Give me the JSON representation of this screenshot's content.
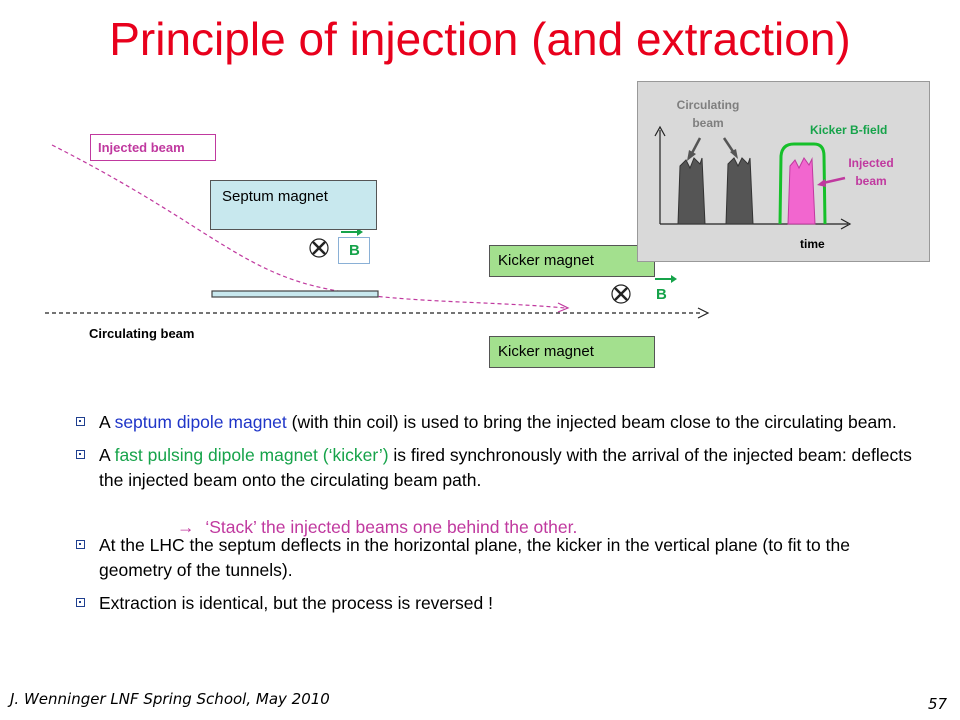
{
  "title": "Principle of injection (and extraction)",
  "diagram": {
    "injected_beam_label": "Injected beam",
    "septum_label": "Septum magnet",
    "field_label_septum": "B",
    "kicker_top_label": "Kicker magnet",
    "kicker_bottom_label": "Kicker magnet",
    "field_label_kicker": "B",
    "circulating_beam_label": "Circulating beam"
  },
  "inset": {
    "circulating_label": "Circulating beam",
    "kicker_field_label": "Kicker B-field",
    "injected_label": "Injected beam",
    "time_label": "time"
  },
  "bullets": {
    "b1_pre": "A ",
    "b1_highlight": "septum dipole  magnet",
    "b1_post": " (with thin coil) is used to bring the injected beam close to the circulating beam.",
    "b2_pre": "A ",
    "b2_highlight": "fast pulsing dipole magnet (‘kicker’)",
    "b2_post": " is fired synchronously with the arrival of the injected beam: deflects the injected beam onto the circulating beam path.",
    "sub_arrow": "→",
    "sub_text": "‘Stack’ the injected beams one behind the other.",
    "b3": "At the LHC the septum deflects in the horizontal plane, the kicker in the vertical plane (to fit to the geometry of the tunnels).",
    "b4": "Extraction is identical, but the process is reversed !"
  },
  "footer": {
    "author": "J. Wenninger LNF Spring School, May 2010",
    "page": "57"
  },
  "colors": {
    "title": "#e8001c",
    "injected": "#c0399f",
    "magnet_fill": "#c8e8ee",
    "kicker_fill": "#a3e08e",
    "field_green": "#16a34a",
    "septum_highlight": "#1f35c8",
    "kicker_highlight": "#16a34a"
  }
}
